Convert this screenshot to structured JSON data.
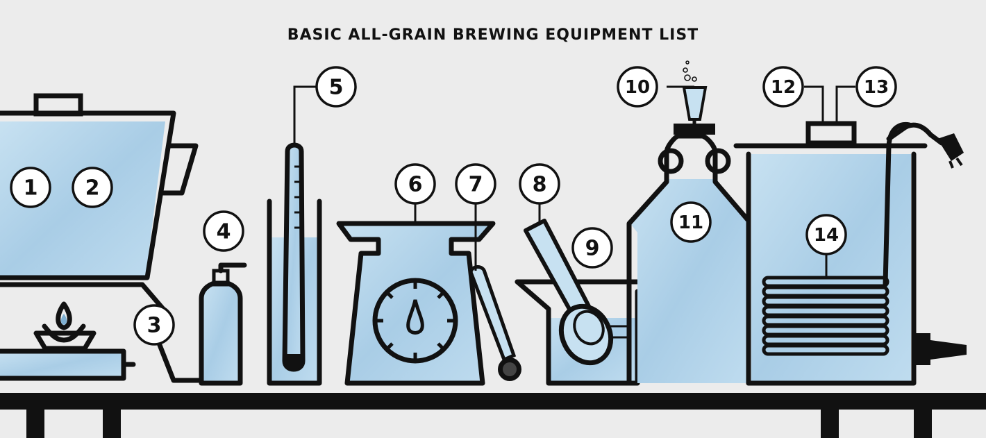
{
  "title": "BASIC ALL-GRAIN BREWING EQUIPMENT LIST",
  "colors": {
    "background": "#ececec",
    "ink": "#111111",
    "water": "#b6d6ea",
    "marker_fill": "#ffffff"
  },
  "markers": [
    {
      "label": "1"
    },
    {
      "label": "2"
    },
    {
      "label": "3"
    },
    {
      "label": "4"
    },
    {
      "label": "5"
    },
    {
      "label": "6"
    },
    {
      "label": "7"
    },
    {
      "label": "8"
    },
    {
      "label": "9"
    },
    {
      "label": "10"
    },
    {
      "label": "11"
    },
    {
      "label": "12"
    },
    {
      "label": "13"
    },
    {
      "label": "14"
    }
  ],
  "icons": [
    "brew-kettle-icon",
    "gas-burner-icon",
    "propane-hose-icon",
    "sanitizer-bottle-icon",
    "hydrometer-icon",
    "kitchen-scale-icon",
    "thermometer-icon",
    "spoon-icon",
    "mash-tun-icon",
    "airlock-icon",
    "fermenter-carboy-icon",
    "hot-liquor-tank-icon",
    "wort-chiller-coil-icon",
    "workbench-icon"
  ]
}
